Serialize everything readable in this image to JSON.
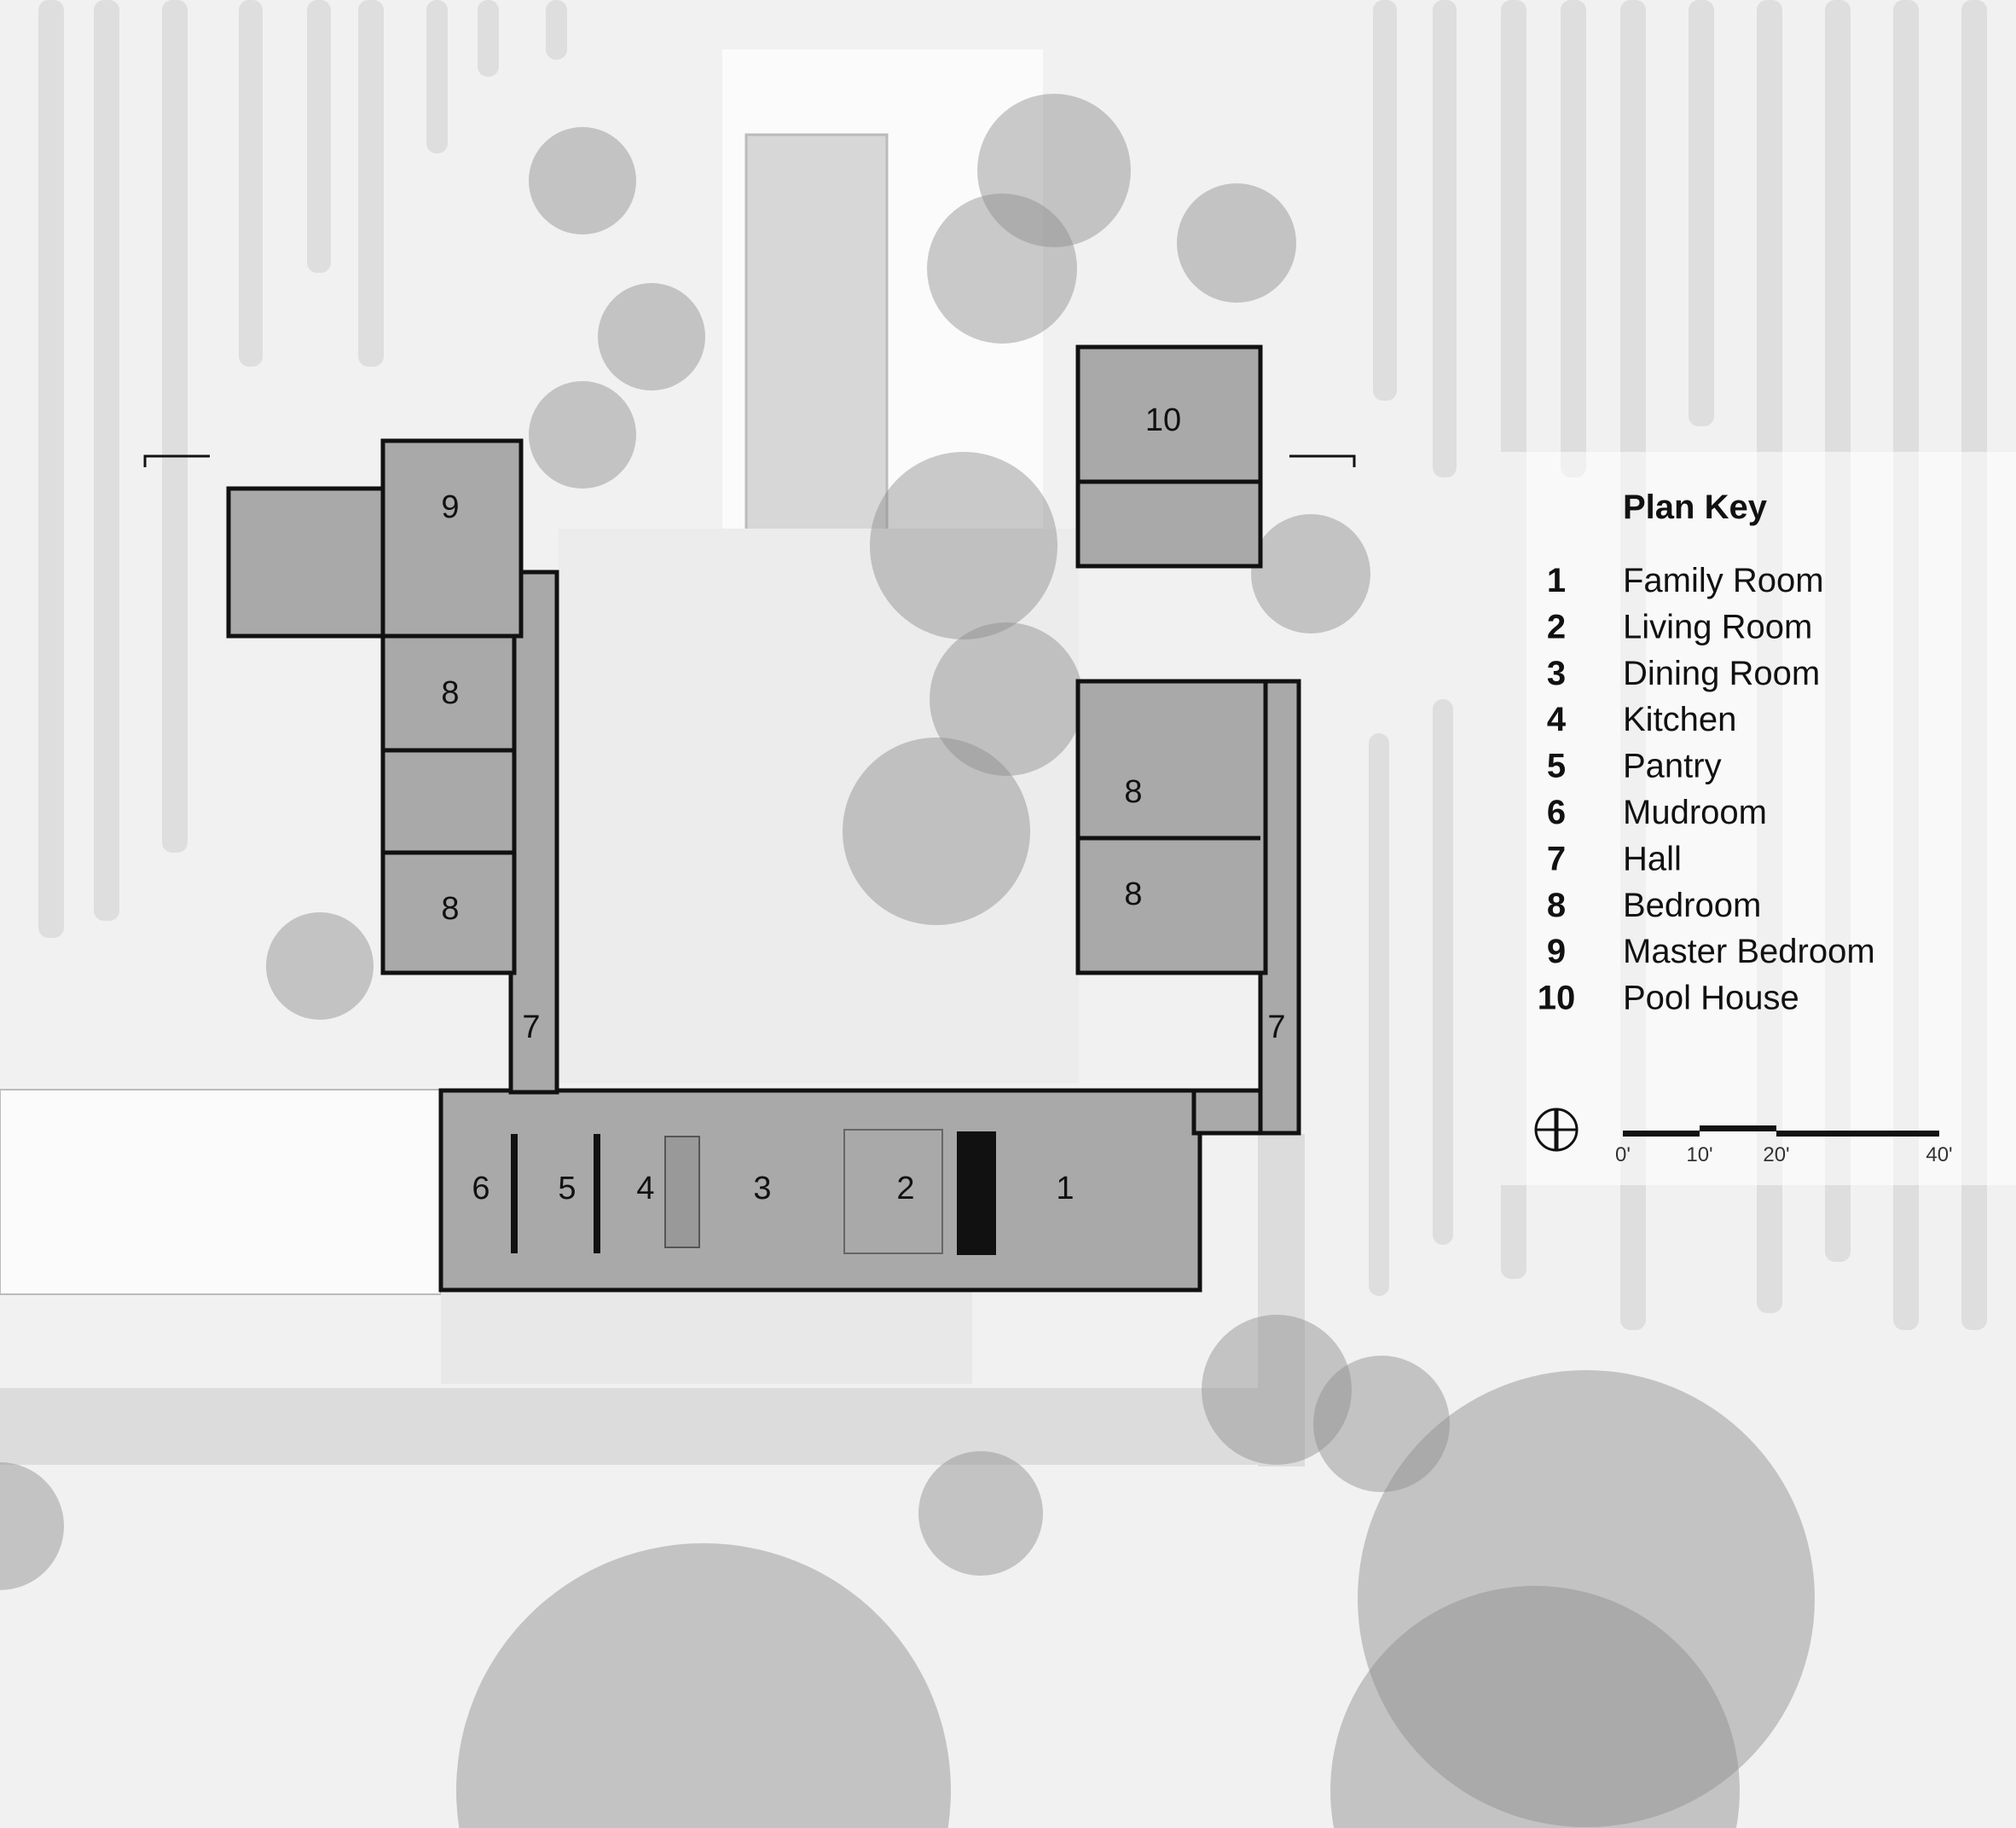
{
  "plan_key": {
    "title": "Plan Key",
    "items": [
      {
        "num": "1",
        "label": "Family Room"
      },
      {
        "num": "2",
        "label": "Living Room"
      },
      {
        "num": "3",
        "label": "Dining Room"
      },
      {
        "num": "4",
        "label": "Kitchen"
      },
      {
        "num": "5",
        "label": "Pantry"
      },
      {
        "num": "6",
        "label": "Mudroom"
      },
      {
        "num": "7",
        "label": "Hall"
      },
      {
        "num": "8",
        "label": "Bedroom"
      },
      {
        "num": "9",
        "label": "Master Bedroom"
      },
      {
        "num": "10",
        "label": "Pool House"
      }
    ]
  },
  "room_tags": [
    "1",
    "2",
    "3",
    "4",
    "5",
    "6",
    "7",
    "7",
    "8",
    "8",
    "8",
    "8",
    "9",
    "10"
  ],
  "scale_bar": {
    "labels": [
      "0'",
      "10'",
      "20'",
      "40'"
    ]
  },
  "colors": {
    "background": "#f0f0f0",
    "room_fill": "#a9a9a9",
    "wall": "#111111",
    "tree": "#8c8c8c"
  }
}
